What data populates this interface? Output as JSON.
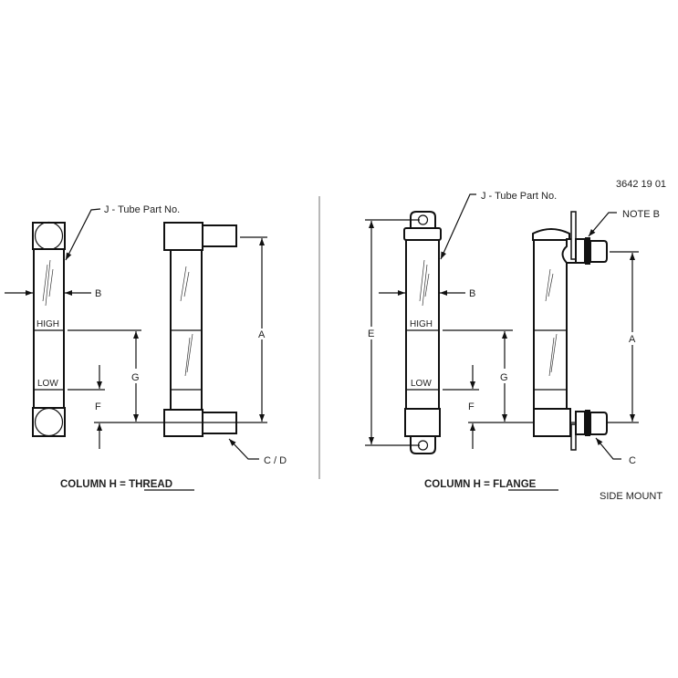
{
  "drawing_number": "3642 19 01",
  "thread_view": {
    "tube_label": "J - Tube Part No.",
    "high": "HIGH",
    "low": "LOW",
    "dims": {
      "a": "A",
      "b": "B",
      "g": "G",
      "f": "F",
      "cd": "C / D"
    },
    "caption_prefix": "COLUMN  H =",
    "caption_value": "THREAD"
  },
  "flange_view": {
    "tube_label": "J - Tube Part No.",
    "high": "HIGH",
    "low": "LOW",
    "note": "NOTE B",
    "dims": {
      "a": "A",
      "b": "B",
      "e": "E",
      "g": "G",
      "f": "F",
      "c": "C"
    },
    "caption_prefix": "COLUMN  H =",
    "caption_value": "FLANGE",
    "mount": "SIDE MOUNT"
  }
}
